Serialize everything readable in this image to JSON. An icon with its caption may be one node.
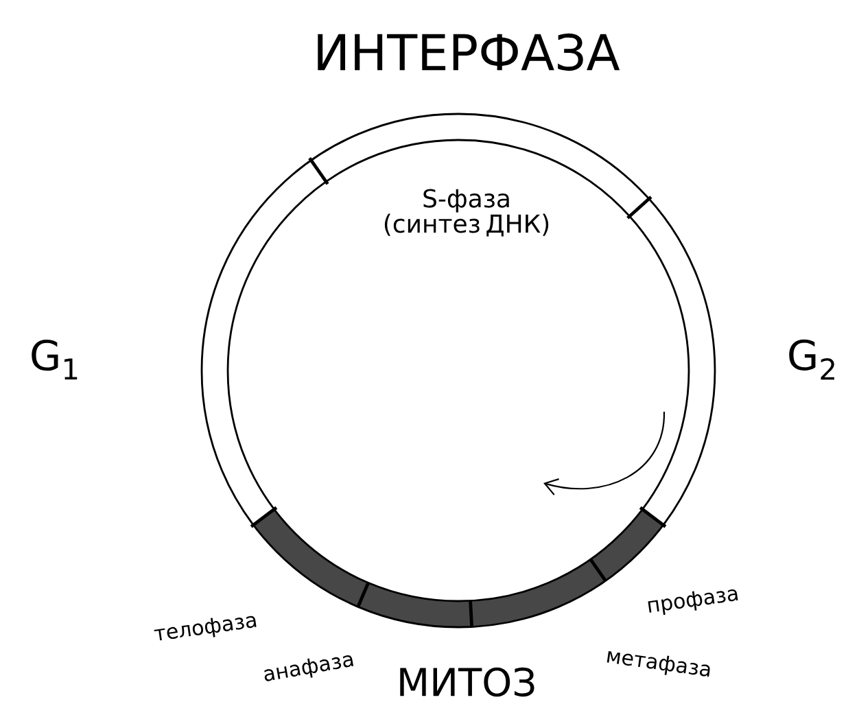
{
  "diagram": {
    "labels": [
      "ИНТЕРФАЗА",
      "S-фаза (синтез ДНК)",
      "G$_{1}$",
      "G$_{2}$",
      "телофаза",
      "профаза",
      "анафаза",
      "метафаза",
      "МИТОЗ"
    ]
  }
}
